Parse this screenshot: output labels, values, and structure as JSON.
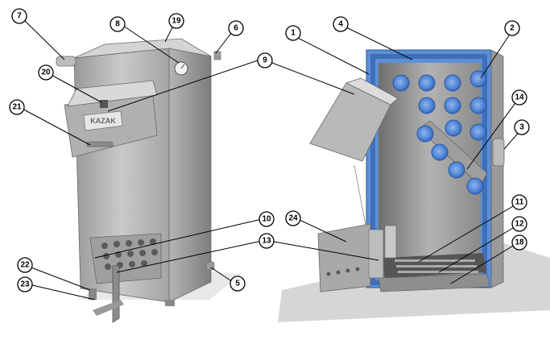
{
  "diagram": {
    "logo_text": "KAZAK",
    "callouts": [
      "1",
      "2",
      "3",
      "4",
      "5",
      "6",
      "7",
      "8",
      "9",
      "10",
      "11",
      "12",
      "13",
      "14",
      "18",
      "19",
      "20",
      "21",
      "22",
      "23",
      "24"
    ]
  },
  "colors": {
    "steel_light": "#c8c8c8",
    "steel_mid": "#a9a9a9",
    "steel_dark": "#7f7f7f",
    "insulation": "#5d8fd6",
    "water_jacket": "#3f6fb8",
    "tube": "#4b7fd0",
    "shadow": "#d9d9d9"
  }
}
